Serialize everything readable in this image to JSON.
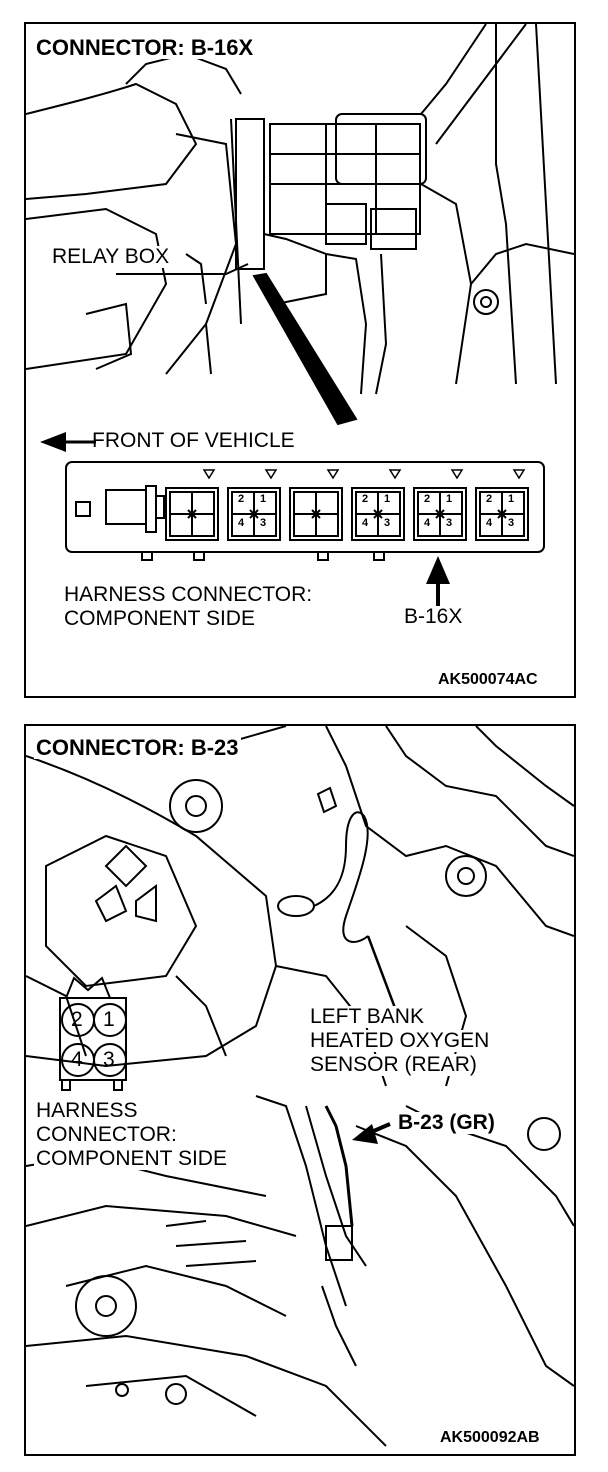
{
  "panel1": {
    "title": "CONNECTOR: B-16X",
    "relay_box_label": "RELAY BOX",
    "front_label": "FRONT OF VEHICLE",
    "harness_line1": "HARNESS CONNECTOR:",
    "harness_line2": "COMPONENT SIDE",
    "connector_label": "B-16X",
    "pin_numbers": [
      "2",
      "1",
      "4",
      "3"
    ],
    "figure_code": "AK500074AC"
  },
  "panel2": {
    "title": "CONNECTOR: B-23",
    "sensor_line1": "LEFT BANK",
    "sensor_line2": "HEATED OXYGEN",
    "sensor_line3": "SENSOR (REAR)",
    "harness_line1": "HARNESS",
    "harness_line2": "CONNECTOR:",
    "harness_line3": "COMPONENT SIDE",
    "connector_label": "B-23 (GR)",
    "pin_numbers": [
      "2",
      "1",
      "4",
      "3"
    ],
    "figure_code": "AK500092AB"
  }
}
